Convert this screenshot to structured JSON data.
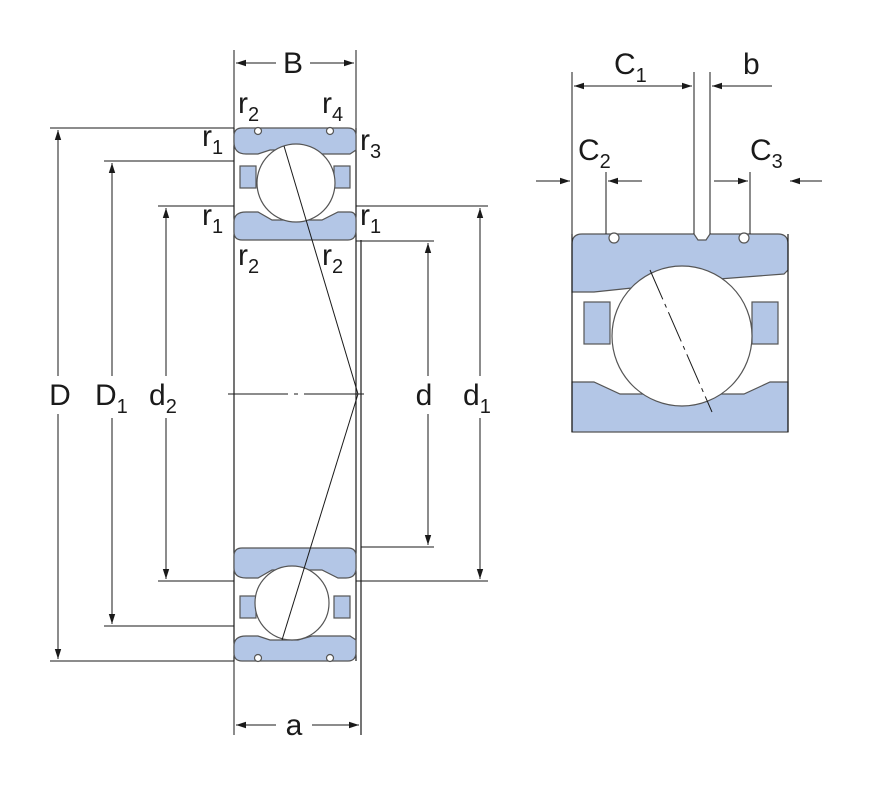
{
  "labels": {
    "B": "B",
    "a": "a",
    "D": "D",
    "D1": {
      "base": "D",
      "sub": "1"
    },
    "d2": {
      "base": "d",
      "sub": "2"
    },
    "d": "d",
    "d1": {
      "base": "d",
      "sub": "1"
    },
    "r1": {
      "base": "r",
      "sub": "1"
    },
    "r2": {
      "base": "r",
      "sub": "2"
    },
    "r3": {
      "base": "r",
      "sub": "3"
    },
    "r4": {
      "base": "r",
      "sub": "4"
    },
    "C1": {
      "base": "C",
      "sub": "1"
    },
    "C2": {
      "base": "C",
      "sub": "2"
    },
    "C3": {
      "base": "C",
      "sub": "3"
    },
    "b": "b"
  },
  "colors": {
    "part_fill": "#b3c6e6",
    "ball_fill": "#ffffff",
    "line": "#1a1a1a"
  }
}
